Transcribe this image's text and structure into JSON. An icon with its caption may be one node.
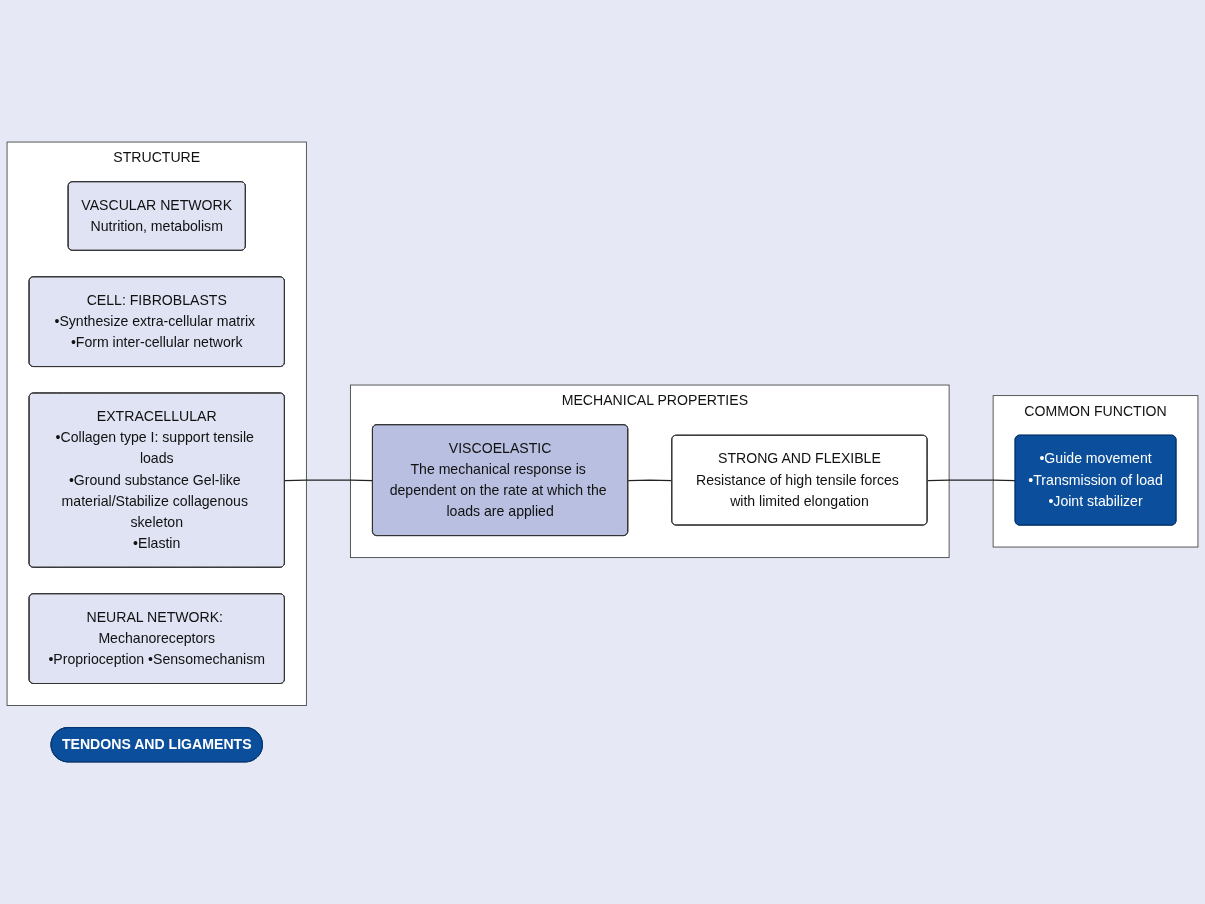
{
  "diagram": {
    "nodes": [
      {
        "text": [
          "TENDONS AND LIGAMENTS"
        ]
      },
      {
        "text": [
          "STRUCTURE"
        ]
      },
      {
        "text": [
          "VASCULAR NETWORK",
          "Nutrition, metabolism"
        ],
        "in": 1
      },
      {
        "text": [
          "CELL: FIBROBLASTS",
          "•Synthesize extra-cellular matrix •Form inter-cellular network"
        ],
        "in": 1
      },
      {
        "text": [
          "EXTRACELLULAR",
          "•Collagen type I: support tensile loads",
          "•Ground substance Gel-like material/Stabilize collagenous skeleton",
          "•Elastin"
        ],
        "in": 1
      },
      {
        "text": [
          "NEURAL NETWORK: Mechanoreceptors",
          "•Proprioception •Sensomechanism"
        ],
        "in": 1
      },
      {
        "text": [
          "MECHANICAL PROPERTIES"
        ]
      },
      {
        "text": [
          "VISCOELASTIC",
          "The mechanical response is dependent on the rate at which the loads are applied"
        ],
        "in": 6
      },
      {
        "text": [
          "STRONG AND FLEXIBLE",
          "Resistance of high tensile forces with limited elongation"
        ],
        "in": 6
      },
      {
        "text": [
          "COMMON FUNCTION"
        ]
      },
      {
        "text": [
          "•Guide movement",
          "•Transmission of load",
          "•Joint stabilizer"
        ],
        "in": 9
      }
    ],
    "edges": [
      {
        "from": 4,
        "to": 7,
        "arrow": "none"
      },
      {
        "from": 7,
        "to": 8,
        "arrow": "none"
      },
      {
        "from": 8,
        "to": 10,
        "arrow": "none"
      }
    ]
  }
}
